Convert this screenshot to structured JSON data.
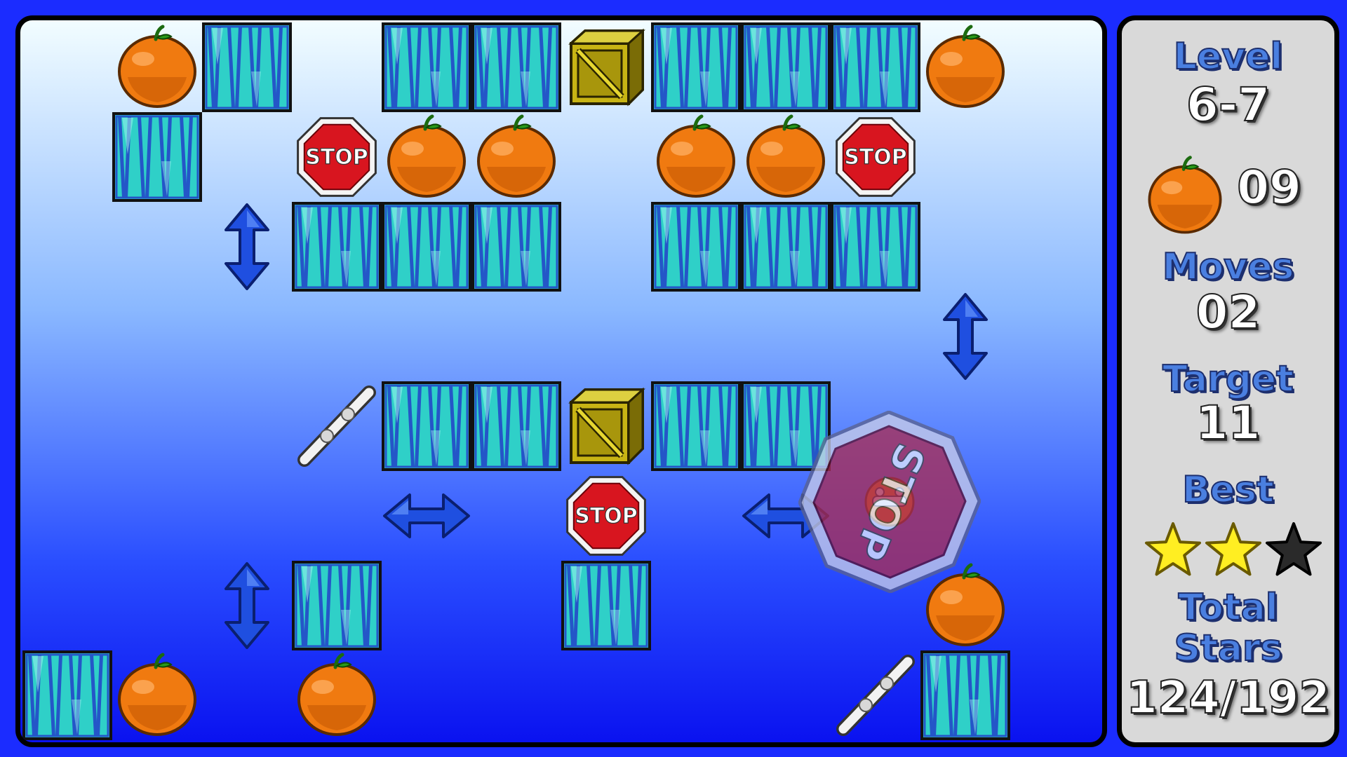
{
  "hud": {
    "level_label": "Level",
    "level_value": "6-7",
    "fruit_count": "09",
    "moves_label": "Moves",
    "moves_value": "02",
    "target_label": "Target",
    "target_value": "11",
    "best_label": "Best",
    "best_stars": {
      "earned": 2,
      "total": 3
    },
    "total_label_line1": "Total",
    "total_label_line2": "Stars",
    "total_value": "124/192"
  },
  "stop_sign_text": "STOP",
  "colors": {
    "background_top": "#f2fdff",
    "background_bottom": "#0a12f0",
    "ice_fill": "#2fd0c8",
    "ice_stripe": "#2456c8",
    "arrow": "#1f4fe0",
    "orange": "#f07a10",
    "stop_red": "#d8151f",
    "crate": "#c8b414",
    "panel_bg": "#d9d9d9",
    "label_blue": "#4a7fe0",
    "star_gold": "#ffee22"
  },
  "board": {
    "columns": 12,
    "rows": 8,
    "tiles": [
      {
        "type": "orange",
        "row": 0,
        "col": 1
      },
      {
        "type": "ice",
        "row": 0,
        "col": 2
      },
      {
        "type": "ice",
        "row": 0,
        "col": 4
      },
      {
        "type": "ice",
        "row": 0,
        "col": 5
      },
      {
        "type": "crate",
        "row": 0,
        "col": 6
      },
      {
        "type": "ice",
        "row": 0,
        "col": 7
      },
      {
        "type": "ice",
        "row": 0,
        "col": 8
      },
      {
        "type": "ice",
        "row": 0,
        "col": 9
      },
      {
        "type": "orange",
        "row": 0,
        "col": 10
      },
      {
        "type": "ice",
        "row": 1,
        "col": 1
      },
      {
        "type": "stop",
        "row": 1,
        "col": 3
      },
      {
        "type": "orange",
        "row": 1,
        "col": 4
      },
      {
        "type": "orange",
        "row": 1,
        "col": 5
      },
      {
        "type": "orange",
        "row": 1,
        "col": 7
      },
      {
        "type": "orange",
        "row": 1,
        "col": 8
      },
      {
        "type": "stop",
        "row": 1,
        "col": 9
      },
      {
        "type": "arrow-vertical",
        "row": 2,
        "col": 2
      },
      {
        "type": "ice",
        "row": 2,
        "col": 3
      },
      {
        "type": "ice",
        "row": 2,
        "col": 4
      },
      {
        "type": "ice",
        "row": 2,
        "col": 5
      },
      {
        "type": "ice",
        "row": 2,
        "col": 7
      },
      {
        "type": "ice",
        "row": 2,
        "col": 8
      },
      {
        "type": "ice",
        "row": 2,
        "col": 9
      },
      {
        "type": "arrow-vertical",
        "row": 3,
        "col": 10
      },
      {
        "type": "spring",
        "row": 4,
        "col": 3
      },
      {
        "type": "ice",
        "row": 4,
        "col": 4
      },
      {
        "type": "ice",
        "row": 4,
        "col": 5
      },
      {
        "type": "crate",
        "row": 4,
        "col": 6
      },
      {
        "type": "ice",
        "row": 4,
        "col": 7
      },
      {
        "type": "ice",
        "row": 4,
        "col": 8
      },
      {
        "type": "arrow-horizontal",
        "row": 5,
        "col": 4
      },
      {
        "type": "stop",
        "row": 5,
        "col": 6
      },
      {
        "type": "arrow-horizontal",
        "row": 5,
        "col": 8
      },
      {
        "type": "arrow-vertical",
        "row": 6,
        "col": 2
      },
      {
        "type": "ice",
        "row": 6,
        "col": 3
      },
      {
        "type": "ice",
        "row": 6,
        "col": 6
      },
      {
        "type": "orange",
        "row": 6,
        "col": 10
      },
      {
        "type": "ice",
        "row": 7,
        "col": 0
      },
      {
        "type": "orange",
        "row": 7,
        "col": 1
      },
      {
        "type": "orange",
        "row": 7,
        "col": 3
      },
      {
        "type": "spring",
        "row": 7,
        "col": 9
      },
      {
        "type": "ice",
        "row": 7,
        "col": 10
      }
    ],
    "player": {
      "row": 5,
      "col": 9
    }
  }
}
